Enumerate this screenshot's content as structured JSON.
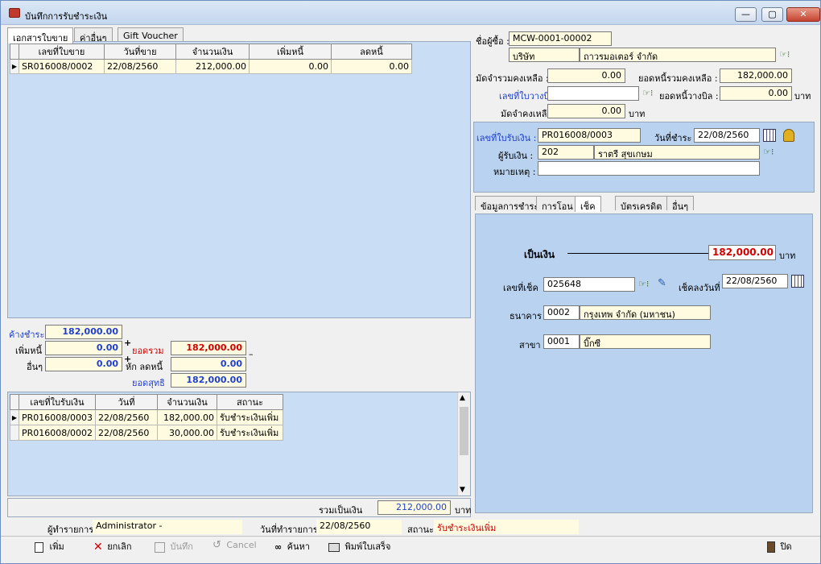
{
  "window": {
    "title": "บันทึกการรับชำระเงิน",
    "minimize": "—",
    "maximize": "▢",
    "close": "✕"
  },
  "left_tabs": [
    "เอกสารใบขาย",
    "ค่าอื่นๆ",
    "Gift Voucher"
  ],
  "sales_grid": {
    "headers": [
      "เลขที่ใบขาย",
      "วันที่ขาย",
      "จำนวนเงิน",
      "เพิ่มหนี้",
      "ลดหนี้"
    ],
    "rows": [
      [
        "SR016008/0002",
        "22/08/2560",
        "212,000.00",
        "0.00",
        "0.00"
      ]
    ]
  },
  "totals": {
    "outstanding_label": "ค้างชำระ",
    "outstanding": "182,000.00",
    "add_debt_label": "เพิ่มหนี้",
    "add_debt": "0.00",
    "other_label": "อื่นๆ",
    "other": "0.00",
    "sum_label": "ยอดรวม",
    "sum": "182,000.00",
    "deduct_label": "หัก  ลดหนี้",
    "deduct": "0.00",
    "net_label": "ยอดสุทธิ",
    "net": "182,000.00",
    "plus": "+",
    "minus": "–"
  },
  "receipt_grid": {
    "headers": [
      "เลขที่ใบรับเงิน",
      "วันที่",
      "จำนวนเงิน",
      "สถานะ"
    ],
    "rows": [
      [
        "PR016008/0003",
        "22/08/2560",
        "182,000.00",
        "รับชำระเงินเพิ่ม"
      ],
      [
        "PR016008/0002",
        "22/08/2560",
        "30,000.00",
        "รับชำระเงินเพิ่ม"
      ]
    ]
  },
  "grand_total": {
    "label": "รวมเป็นเงิน",
    "value": "212,000.00",
    "unit": "บาท"
  },
  "buyer": {
    "name_label": "ชื่อผู้ซื้อ :",
    "code": "MCW-0001-00002",
    "type": "บริษัท",
    "name": "ถาวรมอเตอร์ จำกัด",
    "deposit_remain_label": "มัดจำรวมคงเหลือ :",
    "deposit_remain": "0.00",
    "debt_remain_label": "ยอดหนี้รวมคงเหลือ :",
    "debt_remain": "182,000.00",
    "bill_no_label": "เลขที่ใบวางบิล :",
    "bill_no": "",
    "bill_debt_label": "ยอดหนี้วางบิล :",
    "bill_debt": "0.00",
    "unit": "บาท",
    "deposit_left_label": "มัดจำคงเหลือ :",
    "deposit_left": "0.00",
    "unit2": "บาท"
  },
  "receipt": {
    "no_label": "เลขที่ใบรับเงิน :",
    "no": "PR016008/0003",
    "date_label": "วันที่ชำระ :",
    "date": "22/08/2560",
    "receiver_label": "ผู้รับเงิน :",
    "receiver_code": "202",
    "receiver_name": "ราตรี สุขเกษม",
    "note_label": "หมายเหตุ :",
    "note": ""
  },
  "payment_tabs": [
    "ข้อมูลการชำระ",
    "การโอน",
    "เช็ค",
    "บัตรเครดิต",
    "อื่นๆ"
  ],
  "cheque": {
    "amount_label": "เป็นเงิน",
    "amount": "182,000.00",
    "unit": "บาท",
    "no_label": "เลขที่เช็ค",
    "no": "025648",
    "due_label": "เช็คลงวันที่",
    "due": "22/08/2560",
    "bank_label": "ธนาคาร",
    "bank_code": "0002",
    "bank_name": "กรุงเทพ จำกัด (มหาชน)",
    "branch_label": "สาขา",
    "branch_code": "0001",
    "branch_name": "บิ๊กซี"
  },
  "status_bar": {
    "operator_label": "ผู้ทำรายการ",
    "operator": "Administrator -",
    "date_label": "วันที่ทำรายการ",
    "date": "22/08/2560",
    "state_label": "สถานะ",
    "state": "รับชำระเงินเพิ่ม"
  },
  "toolbar": {
    "add": "เพิ่ม",
    "cancel": "ยกเลิก",
    "save": "บันทึก",
    "cancel_en": "Cancel",
    "search": "ค้นหา",
    "print": "พิมพ์ใบเสร็จ",
    "close": "ปิด"
  },
  "colors": {
    "red": "#d00000",
    "blue": "#1f3fd0",
    "panel_blue": "#b8d2f0"
  }
}
